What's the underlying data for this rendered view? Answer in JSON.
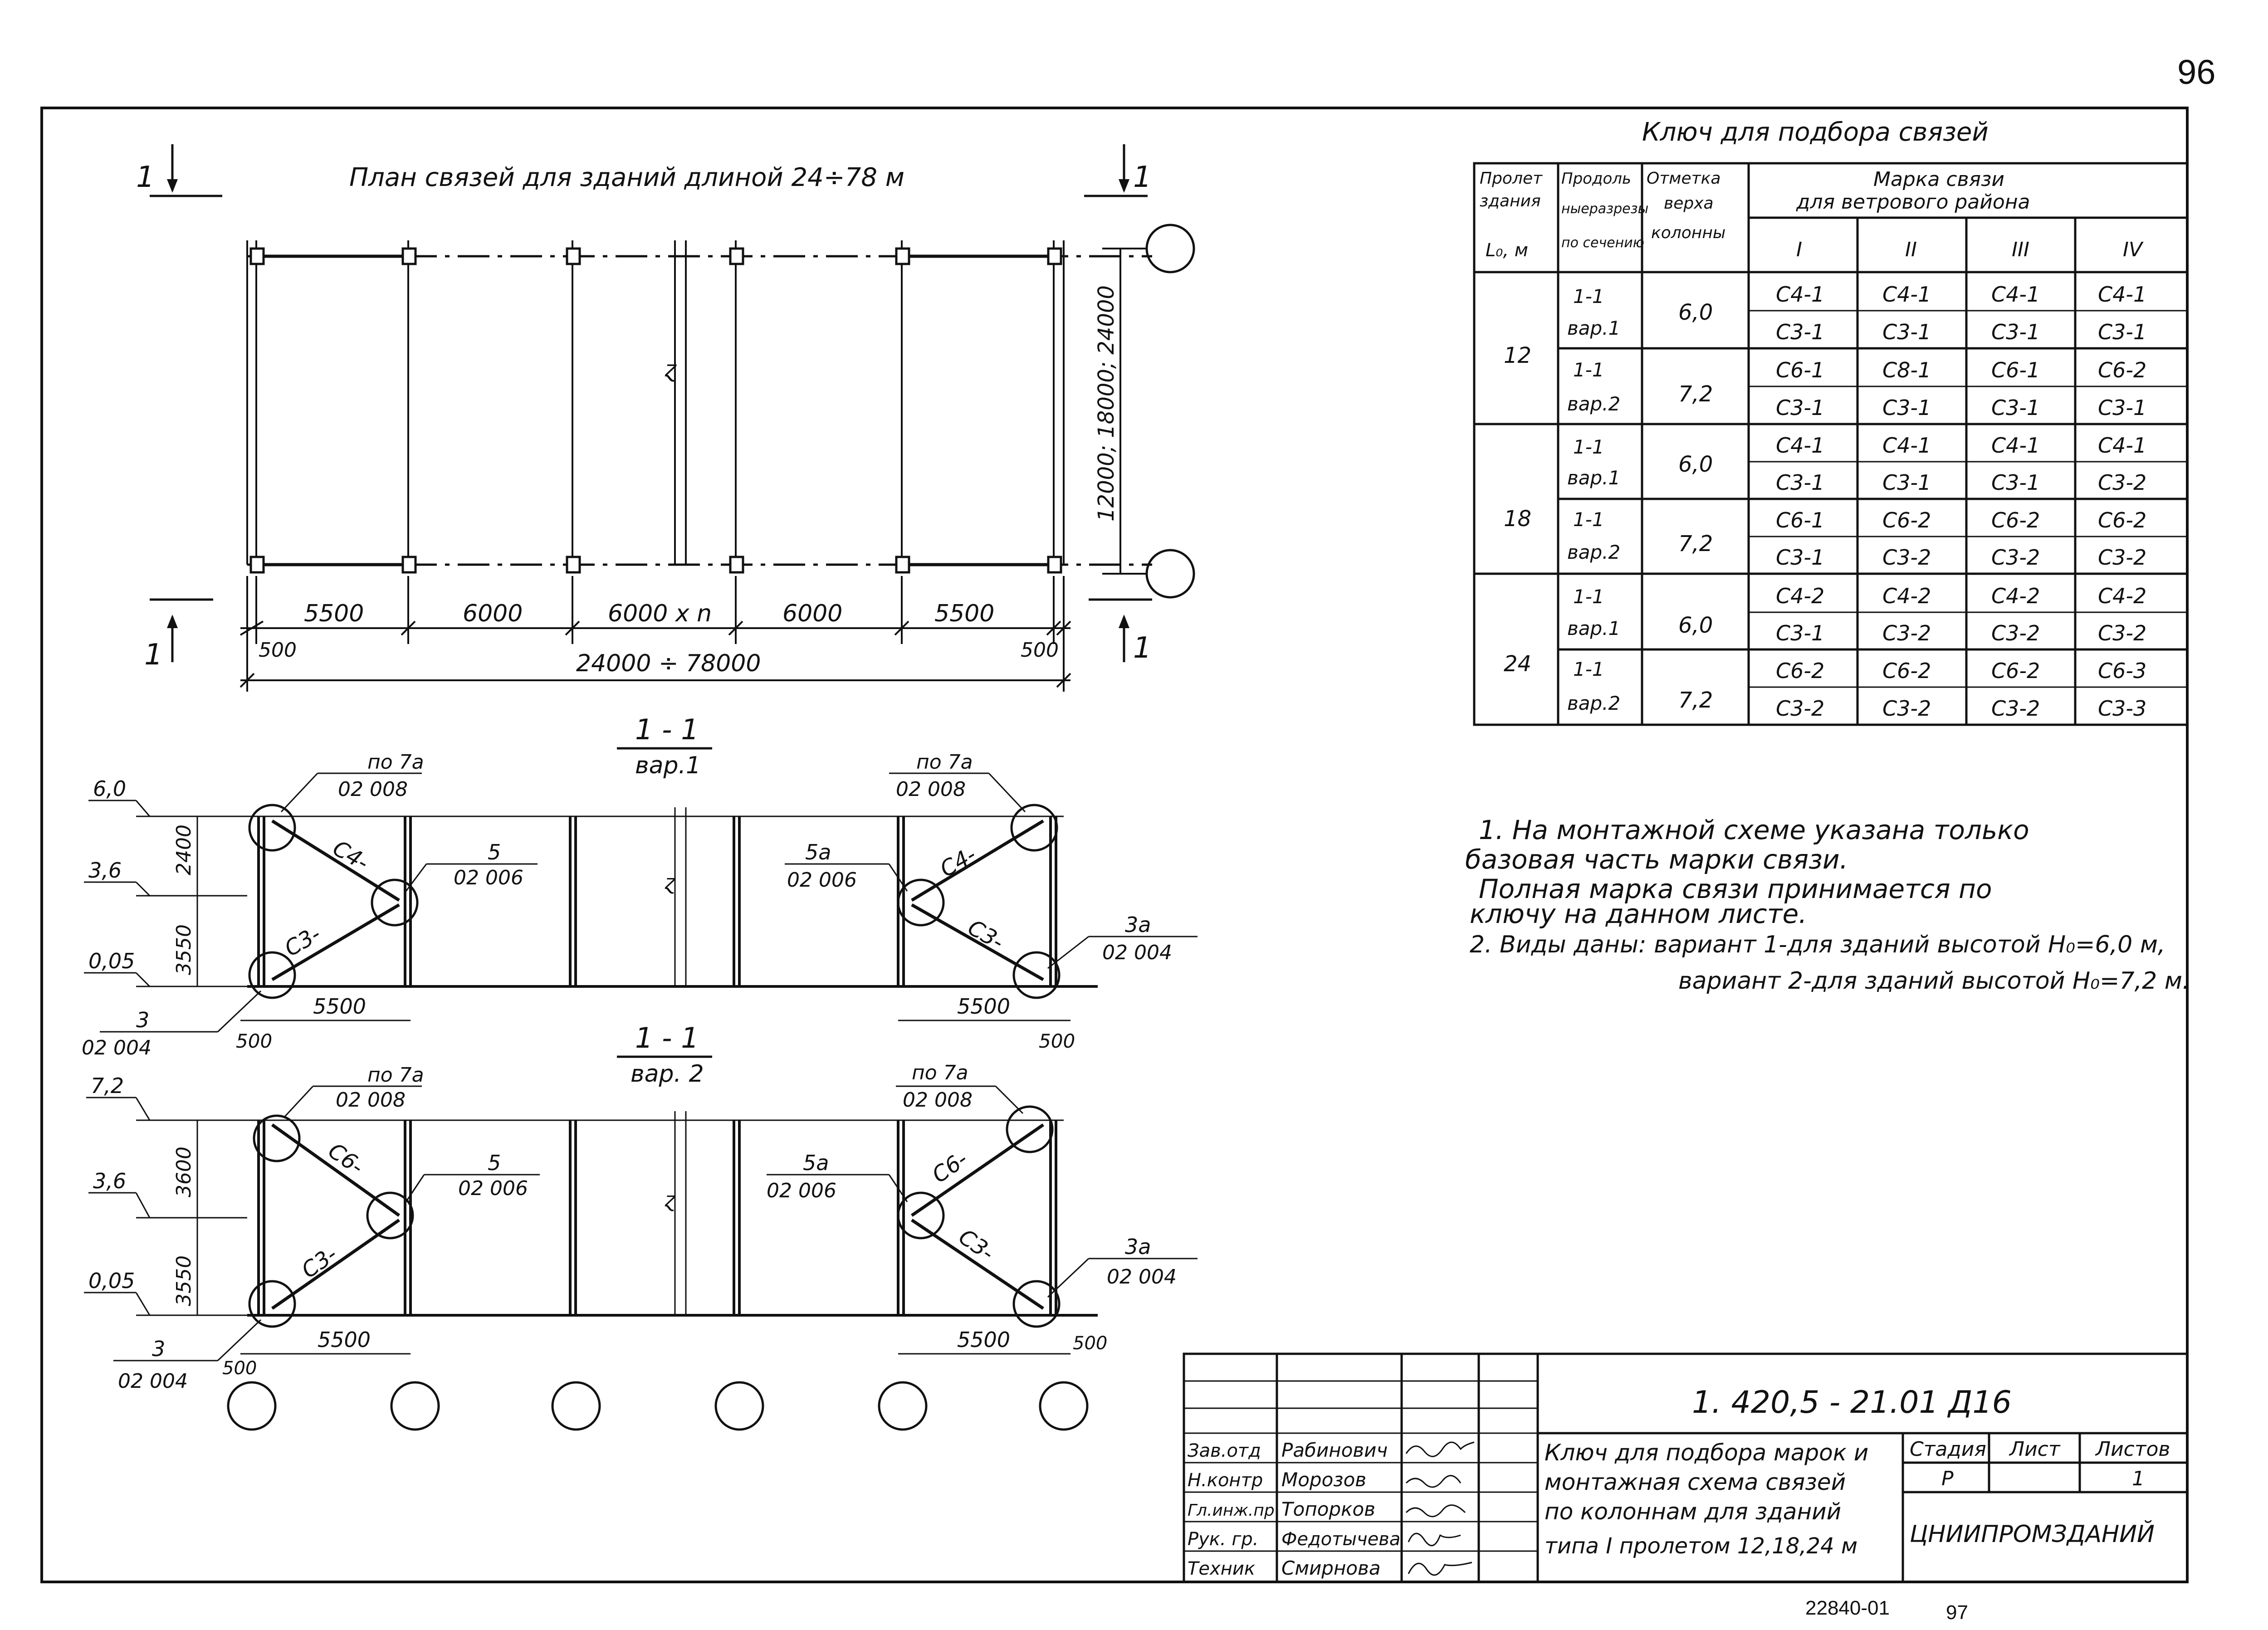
{
  "page_number": "96",
  "bottom_code": "22840-01",
  "bottom_page": "97",
  "plan": {
    "title": "План связей для зданий длиной 24÷78 м",
    "section_mark": "1",
    "dims": [
      "5500",
      "6000",
      "6000 х n",
      "6000",
      "5500"
    ],
    "end_offsets": [
      "500",
      "500"
    ],
    "total_length": "24000 ÷ 78000",
    "span_label": "12000; 18000; 24000"
  },
  "key_table": {
    "title": "Ключ для подбора связей",
    "headers": {
      "span": [
        "Пролет",
        "здания",
        "L₀, м"
      ],
      "section": [
        "Продоль",
        "ныеразрезы",
        "по сечению"
      ],
      "height": [
        "Отметка",
        "верха",
        "колонны"
      ],
      "mark": [
        "Марка связи",
        "для ветрового района"
      ],
      "regions": [
        "I",
        "II",
        "III",
        "IV"
      ]
    },
    "groups": [
      {
        "span": "12",
        "sub": [
          {
            "sec": "1-1",
            "var": "вар.1",
            "h": "6,0",
            "rows": [
              [
                "С4-1",
                "С4-1",
                "С4-1",
                "С4-1"
              ],
              [
                "С3-1",
                "С3-1",
                "С3-1",
                "С3-1"
              ]
            ]
          },
          {
            "sec": "1-1",
            "var": "вар.2",
            "h": "7,2",
            "rows": [
              [
                "С6-1",
                "С8-1",
                "С6-1",
                "С6-2"
              ],
              [
                "С3-1",
                "С3-1",
                "С3-1",
                "С3-1"
              ]
            ]
          }
        ]
      },
      {
        "span": "18",
        "sub": [
          {
            "sec": "1-1",
            "var": "вар.1",
            "h": "6,0",
            "rows": [
              [
                "С4-1",
                "С4-1",
                "С4-1",
                "С4-1"
              ],
              [
                "С3-1",
                "С3-1",
                "С3-1",
                "С3-2"
              ]
            ]
          },
          {
            "sec": "1-1",
            "var": "вар.2",
            "h": "7,2",
            "rows": [
              [
                "С6-1",
                "С6-2",
                "С6-2",
                "С6-2"
              ],
              [
                "С3-1",
                "С3-2",
                "С3-2",
                "С3-2"
              ]
            ]
          }
        ]
      },
      {
        "span": "24",
        "sub": [
          {
            "sec": "1-1",
            "var": "вар.1",
            "h": "6,0",
            "rows": [
              [
                "С4-2",
                "С4-2",
                "С4-2",
                "С4-2"
              ],
              [
                "С3-1",
                "С3-2",
                "С3-2",
                "С3-2"
              ]
            ]
          },
          {
            "sec": "1-1",
            "var": "вар.2",
            "h": "7,2",
            "rows": [
              [
                "С6-2",
                "С6-2",
                "С6-2",
                "С6-3"
              ],
              [
                "С3-2",
                "С3-2",
                "С3-2",
                "С3-3"
              ]
            ]
          }
        ]
      }
    ]
  },
  "notes": [
    "1. На монтажной схеме указана только",
    "базовая часть марки связи.",
    "Полная марка связи принимается по",
    "ключу на данном листе.",
    "2. Виды даны: вариант 1-для зданий высотой Н₀=6,0 м,",
    "вариант 2-для зданий высотой Н₀=7,2 м."
  ],
  "section1": {
    "title": "1 - 1",
    "variant": "вар.1",
    "levels": [
      "6,0",
      "3,6",
      "0,05"
    ],
    "vdims": [
      "2400",
      "3550"
    ],
    "hdims": [
      "5500",
      "500",
      "5500",
      "500"
    ],
    "callouts": {
      "left_top": [
        "по 7а",
        "02 008"
      ],
      "mid_left": [
        "5",
        "02 006"
      ],
      "left_bottom": [
        "3",
        "02 004"
      ],
      "right_top": [
        "по 7а",
        "02 008"
      ],
      "mid_right": [
        "5а",
        "02 006"
      ],
      "right_bottom": [
        "3а",
        "02 004"
      ]
    },
    "brace_upper": "С4-",
    "brace_lower": "С3-"
  },
  "section2": {
    "title": "1 - 1",
    "variant": "вар. 2",
    "levels": [
      "7,2",
      "3,6",
      "0,05"
    ],
    "vdims": [
      "3600",
      "3550"
    ],
    "hdims": [
      "5500",
      "500",
      "5500",
      "500"
    ],
    "callouts": {
      "left_top": [
        "по 7а",
        "02 008"
      ],
      "mid_left": [
        "5",
        "02 006"
      ],
      "left_bottom": [
        "3",
        "02 004"
      ],
      "right_top": [
        "по 7а",
        "02 008"
      ],
      "mid_right": [
        "5а",
        "02 006"
      ],
      "right_bottom": [
        "3а",
        "02 004"
      ]
    },
    "brace_upper": "С6-",
    "brace_lower": "С3-"
  },
  "title_block": {
    "code": "1. 420,5 - 21.01 Д16",
    "roles": [
      "Зав.отд",
      "Н.контр",
      "Гл.инж.пр",
      "Рук. гр.",
      "Техник"
    ],
    "names": [
      "Рабинович",
      "Морозов",
      "Топорков",
      "Федотычева",
      "Смирнова"
    ],
    "description": [
      "Ключ для подбора марок и",
      "монтажная схема связей",
      "по колоннам для зданий",
      "типа I пролетом 12,18,24 м"
    ],
    "stage_label": "Стадия",
    "sheet_label": "Лист",
    "sheets_label": "Листов",
    "stage": "Р",
    "sheets": "1",
    "org": "ЦНИИПРОМЗДАНИЙ"
  }
}
